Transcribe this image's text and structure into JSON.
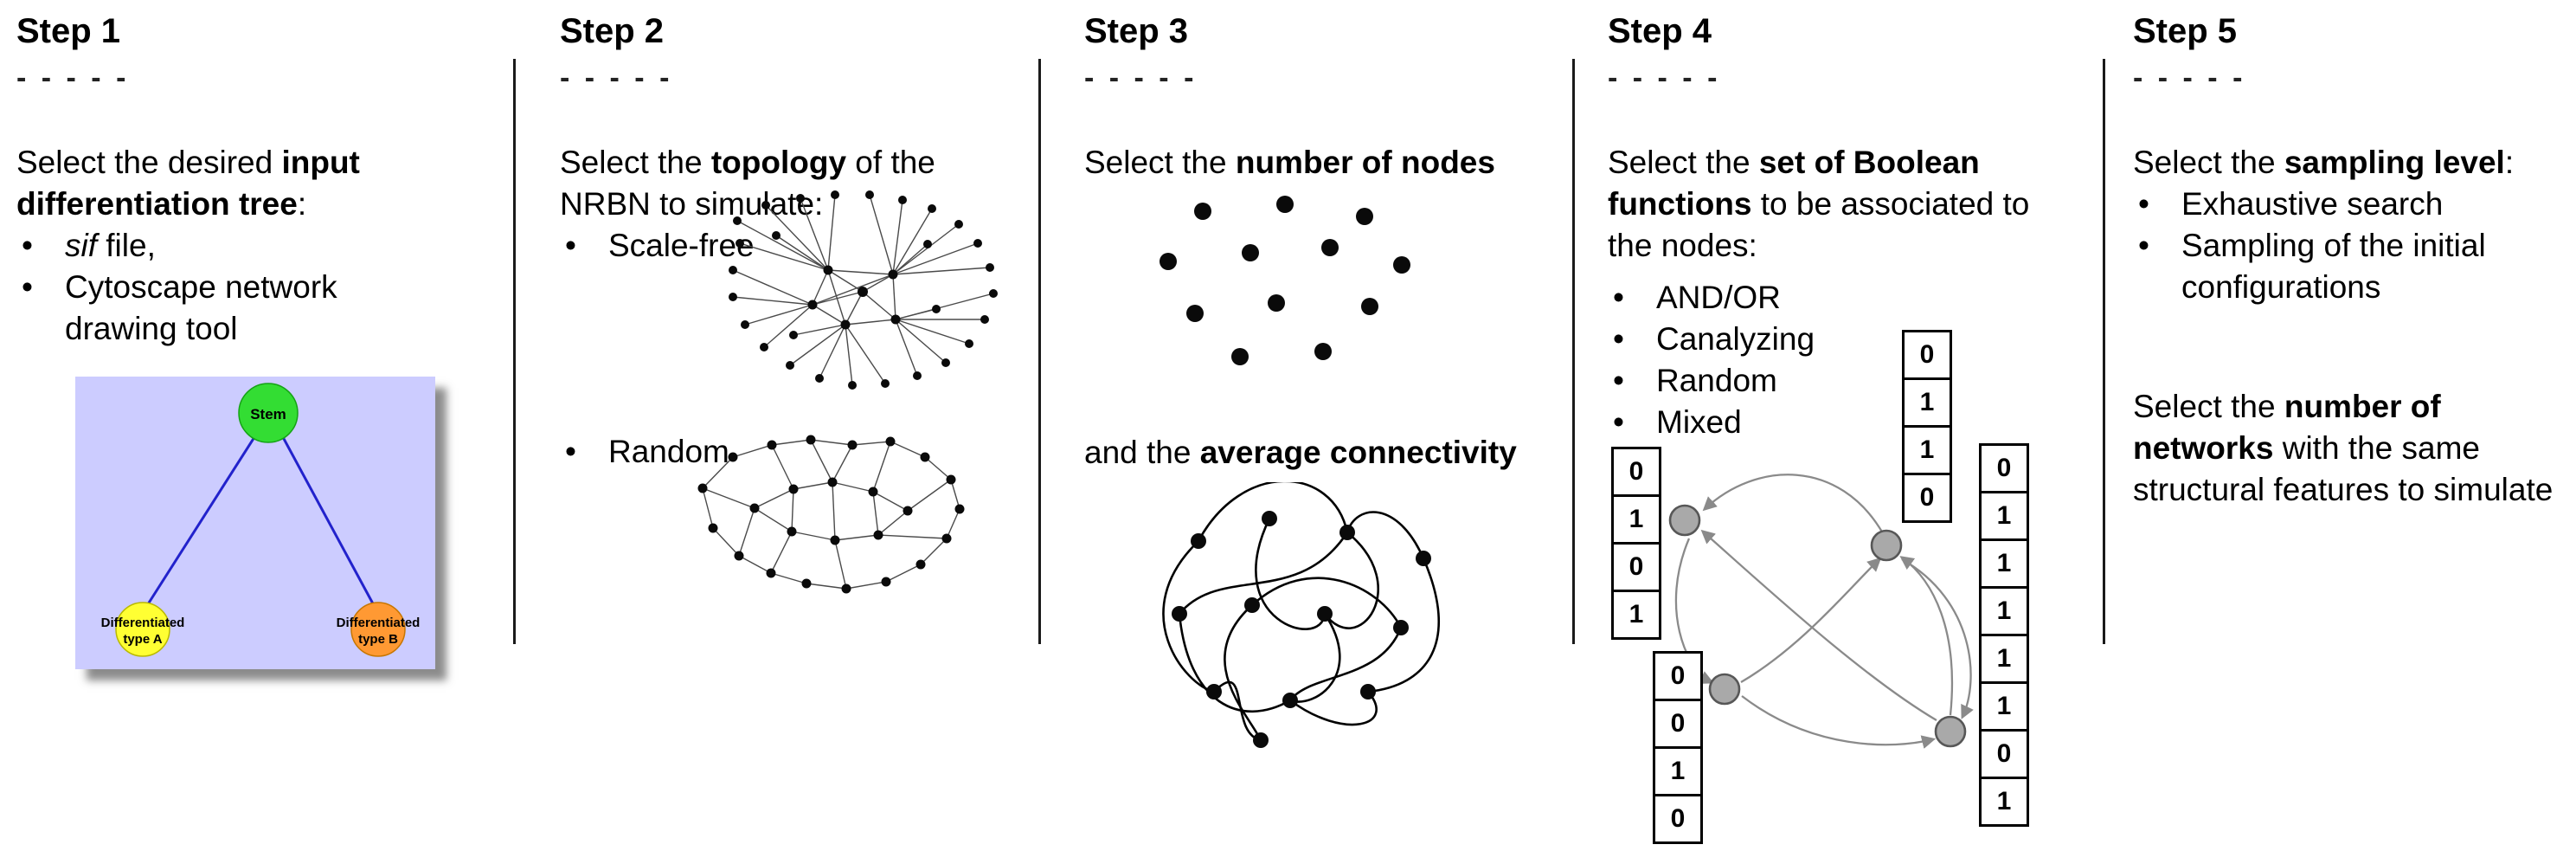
{
  "steps": [
    {
      "title": "Step 1",
      "dashes": "- - - - -",
      "intro": [
        "Select the desired ",
        "input differentiation tree",
        ":"
      ],
      "bullets": [
        {
          "italic": "sif",
          "rest": " file,"
        },
        {
          "text": "Cytoscape network drawing tool"
        }
      ],
      "tree": {
        "stem_label": "Stem",
        "type_a_line1": "Differentiated",
        "type_a_line2": "type A",
        "type_b_line1": "Differentiated",
        "type_b_line2": "type B",
        "colors": {
          "background": "#ccccff",
          "stem": "#33dd33",
          "type_a": "#ffff33",
          "type_b": "#ff9933",
          "edge": "#2222cc"
        }
      }
    },
    {
      "title": "Step 2",
      "dashes": "- - - - -",
      "intro": [
        "Select the ",
        "topology",
        " of the NRBN to simulate:"
      ],
      "bullets": [
        {
          "text": "Scale-free"
        },
        {
          "text": "Random"
        }
      ]
    },
    {
      "title": "Step 3",
      "dashes": "- - - - -",
      "line1": [
        "Select the ",
        "number of nodes"
      ],
      "line2": [
        "and the ",
        "average connectivity"
      ]
    },
    {
      "title": "Step 4",
      "dashes": "- - - - -",
      "intro": [
        "Select the ",
        "set of Boolean functions",
        " to be associated to the nodes:"
      ],
      "bullets": [
        {
          "text": "AND/OR"
        },
        {
          "text": "Canalyzing"
        },
        {
          "text": "Random"
        },
        {
          "text": "Mixed"
        }
      ],
      "truth_tables": {
        "left": [
          "0",
          "1",
          "0",
          "1"
        ],
        "top": [
          "0",
          "1",
          "1",
          "0"
        ],
        "bottom": [
          "0",
          "0",
          "1",
          "0"
        ],
        "right": [
          "0",
          "1",
          "1",
          "1",
          "1",
          "1",
          "0",
          "1"
        ]
      }
    },
    {
      "title": "Step 5",
      "dashes": "- - - - -",
      "intro": [
        "Select the ",
        "sampling level",
        ":"
      ],
      "bullets": [
        {
          "text": "Exhaustive search"
        },
        {
          "text": "Sampling of the initial configurations"
        }
      ],
      "para2": [
        "Select the ",
        "number of networks",
        " with the same structural features to simulate"
      ]
    }
  ]
}
